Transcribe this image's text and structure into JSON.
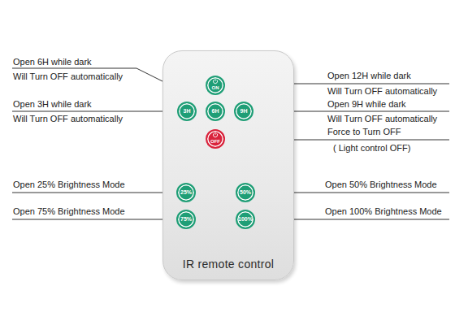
{
  "diagram": {
    "nodes": [
      {
        "text": [
          "IR remote control"
        ]
      },
      {
        "text": [
          "ON"
        ],
        "in": 0
      },
      {
        "text": [
          "3H"
        ],
        "in": 0
      },
      {
        "text": [
          "6H"
        ],
        "in": 0
      },
      {
        "text": [
          "9H"
        ],
        "in": 0
      },
      {
        "text": [
          "OFF"
        ],
        "in": 0
      },
      {
        "text": [
          "25%"
        ],
        "in": 0
      },
      {
        "text": [
          "50%"
        ],
        "in": 0
      },
      {
        "text": [
          "75%"
        ],
        "in": 0
      },
      {
        "text": [
          "100%"
        ],
        "in": 0
      }
    ],
    "labels": [
      "Open 6H while dark",
      "Will Turn OFF automatically",
      "Open 12H while dark",
      "Will Turn OFF automatically",
      "Open 3H while dark",
      "Will Turn OFF automatically",
      "Open 9H while dark",
      "Will Turn OFF automatically",
      "Force to Turn OFF",
      "( Light control OFF)",
      "Open 25% Brightness Mode",
      "Open 50% Brightness Mode",
      "Open 75% Brightness Mode",
      "Open 100% Brightness Mode"
    ]
  }
}
